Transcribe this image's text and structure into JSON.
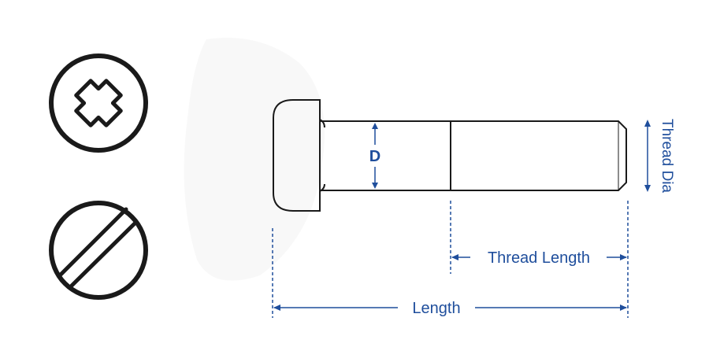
{
  "colors": {
    "outline": "#1a1a1a",
    "dimension": "#1f4e9c",
    "background": "#ffffff",
    "watermark": "#f7f7f7"
  },
  "icons": {
    "top": "phillips-head-icon",
    "bottom": "slotted-head-icon"
  },
  "labels": {
    "diameter": "D",
    "thread_dia": "Thread Dia",
    "thread_length": "Thread Length",
    "length": "Length"
  }
}
